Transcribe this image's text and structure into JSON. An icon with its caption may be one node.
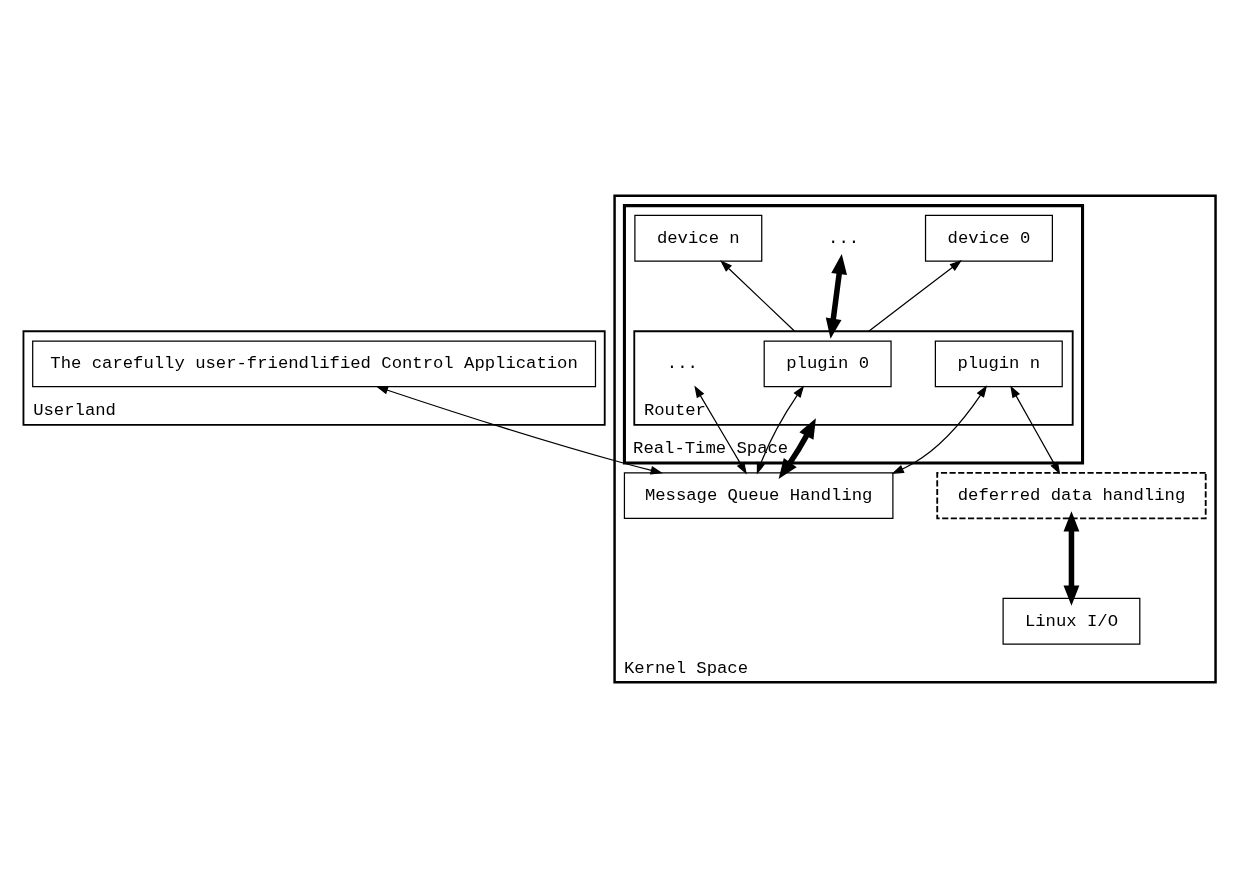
{
  "diagram": {
    "nodes": [
      {
        "text": [
          "Userland"
        ]
      },
      {
        "text": [
          "Kernel Space"
        ]
      },
      {
        "text": [
          "Real-Time Space"
        ],
        "in": 1
      },
      {
        "text": [
          "device 0"
        ],
        "in": 2
      },
      {
        "text": [
          "..."
        ],
        "in": 2
      },
      {
        "text": [
          "device n"
        ],
        "in": 2
      },
      {
        "text": [
          "Router"
        ],
        "in": 2
      },
      {
        "text": [
          "plugin 0"
        ],
        "in": 6
      },
      {
        "text": [
          "..."
        ],
        "in": 6
      },
      {
        "text": [
          "plugin n"
        ],
        "in": 6
      },
      {
        "text": [
          "deferred data handling"
        ],
        "in": 1
      },
      {
        "text": [
          "Linux I/O"
        ],
        "in": 1
      },
      {
        "text": [
          "Message Queue Handling"
        ],
        "in": 1
      },
      {
        "text": [
          "The carefully user-friendlified Control Application"
        ],
        "in": 0
      }
    ],
    "edges": [
      {
        "from": 6,
        "to": 3,
        "arrow": "to"
      },
      {
        "from": 6,
        "to": 4,
        "arrow": "both",
        "style": "thick"
      },
      {
        "from": 6,
        "to": 5,
        "arrow": "to"
      },
      {
        "from": 12,
        "to": 7,
        "arrow": "both"
      },
      {
        "from": 12,
        "to": 8,
        "arrow": "both"
      },
      {
        "from": 12,
        "to": 9,
        "arrow": "both"
      },
      {
        "from": 6,
        "to": 12,
        "arrow": "both",
        "style": "thick"
      },
      {
        "from": 9,
        "to": 10,
        "arrow": "both"
      },
      {
        "from": 10,
        "to": 11,
        "arrow": "both",
        "style": "thick"
      },
      {
        "from": 12,
        "to": 13,
        "arrow": "both"
      }
    ]
  }
}
